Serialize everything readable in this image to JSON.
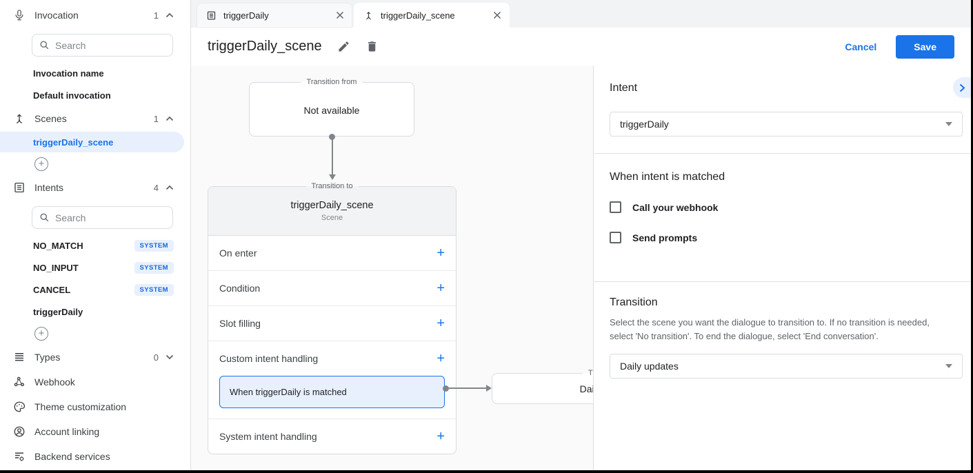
{
  "colors": {
    "accent": "#1a73e8",
    "badge_bg": "#e8f0fe",
    "badge_text": "#1967d2",
    "canvas_bg": "#fafafa"
  },
  "tabs": [
    {
      "label": "triggerDaily"
    },
    {
      "label": "triggerDaily_scene"
    }
  ],
  "toolbar": {
    "title": "triggerDaily_scene",
    "cancel_label": "Cancel",
    "save_label": "Save"
  },
  "sidebar": {
    "invocation": {
      "label": "Invocation",
      "count": "1",
      "search_placeholder": "Search",
      "items": [
        "Invocation name",
        "Default invocation"
      ]
    },
    "scenes": {
      "label": "Scenes",
      "count": "1",
      "selected_item": "triggerDaily_scene"
    },
    "intents": {
      "label": "Intents",
      "count": "4",
      "search_placeholder": "Search",
      "items": [
        {
          "label": "NO_MATCH",
          "badge": "SYSTEM"
        },
        {
          "label": "NO_INPUT",
          "badge": "SYSTEM"
        },
        {
          "label": "CANCEL",
          "badge": "SYSTEM"
        },
        {
          "label": "triggerDaily",
          "badge": ""
        }
      ]
    },
    "types": {
      "label": "Types",
      "count": "0"
    },
    "links": {
      "webhook": "Webhook",
      "theme": "Theme customization",
      "account": "Account linking",
      "backend": "Backend services"
    }
  },
  "canvas": {
    "transition_from": {
      "legend": "Transition from",
      "text": "Not available"
    },
    "scene_card": {
      "legend": "Transition to",
      "title": "triggerDaily_scene",
      "subtitle": "Scene",
      "rows": [
        "On enter",
        "Condition",
        "Slot filling",
        "Custom intent handling",
        "System intent handling"
      ],
      "intent_handler": "When triggerDaily is matched"
    },
    "next_node": {
      "legend": "Transition to",
      "text": "Daily updates"
    }
  },
  "panel": {
    "intent": {
      "heading": "Intent",
      "value": "triggerDaily"
    },
    "matched": {
      "heading": "When intent is matched",
      "checkbox1": "Call your webhook",
      "checkbox2": "Send prompts"
    },
    "transition": {
      "heading": "Transition",
      "description": "Select the scene you want the dialogue to transition to. If no transition is needed, select 'No transition'. To end the dialogue, select 'End conversation'.",
      "value": "Daily updates"
    }
  }
}
